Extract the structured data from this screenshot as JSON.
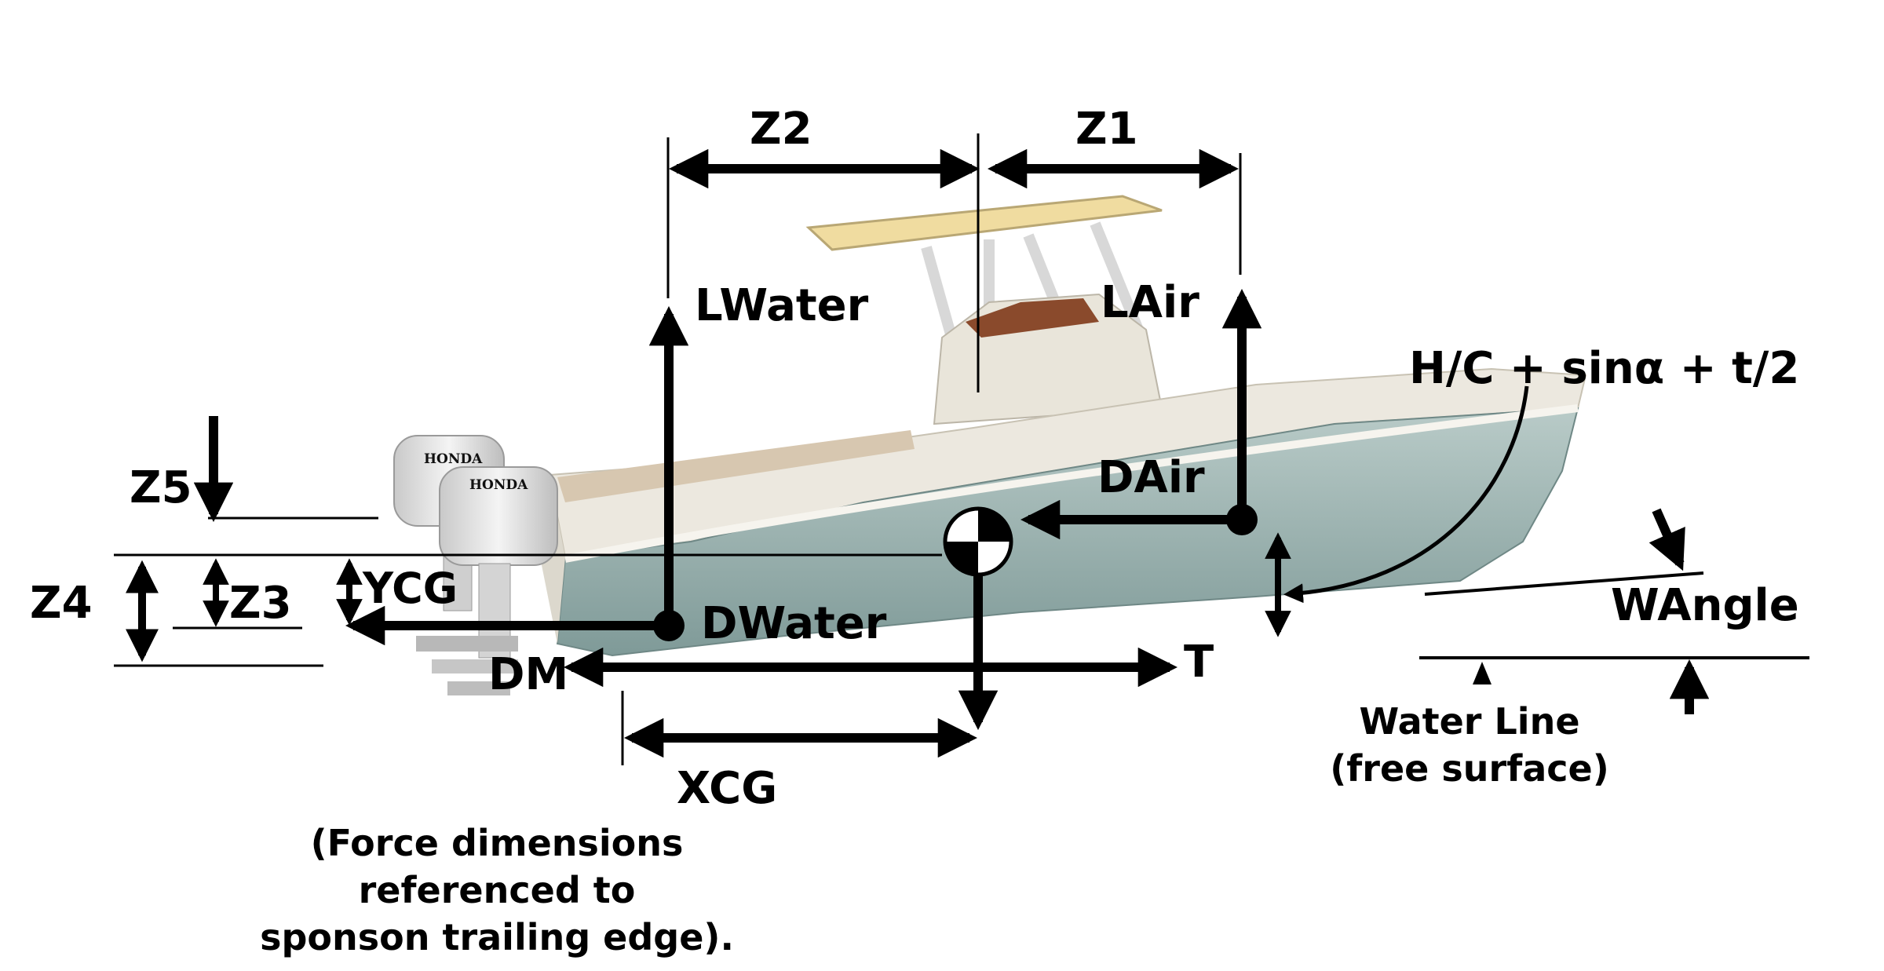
{
  "labels": {
    "z1": "Z1",
    "z2": "Z2",
    "z3": "Z3",
    "z4": "Z4",
    "z5": "Z5",
    "lwater": "LWater",
    "lair": "LAir",
    "dair": "DAir",
    "dwater": "DWater",
    "dm": "DM",
    "t": "T",
    "ycg": "YCG",
    "xcg": "XCG",
    "wangle": "WAngle",
    "hc_formula": "H/C + sinα + t/2"
  },
  "water_line": {
    "line1": "Water Line",
    "line2": "(free surface)"
  },
  "note": {
    "line1": "(Force dimensions",
    "line2": "referenced to",
    "line3": "sponson trailing edge)."
  },
  "engine_brand": "HONDA",
  "colors": {
    "hull": "#9fb6b4",
    "deck": "#ece8df",
    "canopy": "#f0dca0",
    "ink": "#000000"
  }
}
